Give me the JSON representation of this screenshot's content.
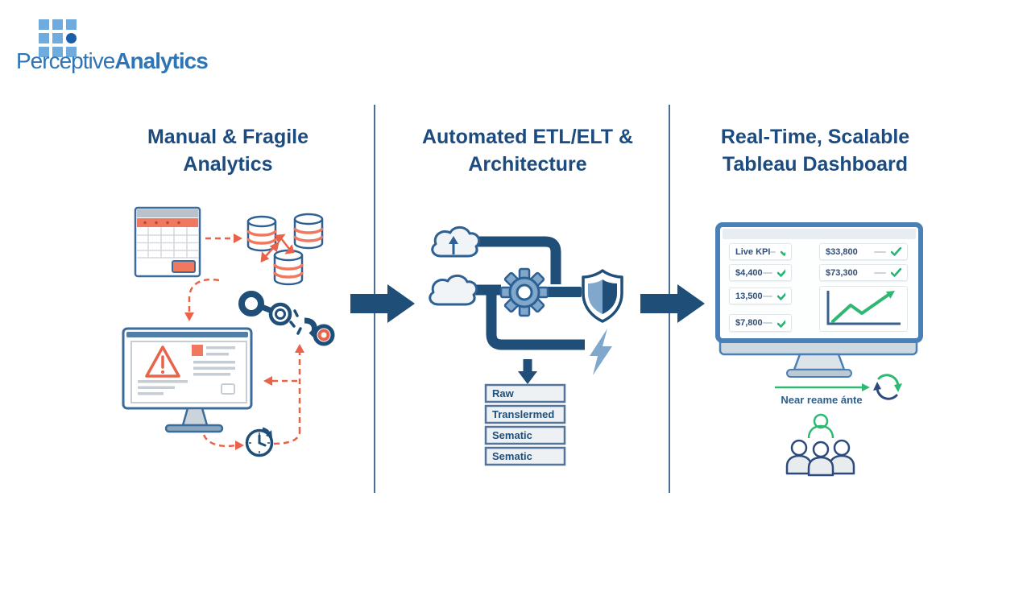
{
  "page": {
    "background": "#ffffff"
  },
  "logo": {
    "brand_regular": "Perceptive",
    "brand_bold": "Analytics",
    "grid_icon": "nine-square-grid-with-dot",
    "text_color": "#2e75b6",
    "grid_color": "#6fabdd",
    "dot_color": "#1a5da8"
  },
  "columns": [
    {
      "title_line1": "Manual & Fragile",
      "title_line2": "Analytics"
    },
    {
      "title_line1": "Automated ETL/ELT &",
      "title_line2": "Architecture"
    },
    {
      "title_line1": "Real-Time, Scalable",
      "title_line2": "Tableau Dashboard"
    }
  ],
  "left_panel": {
    "icons": [
      "spreadsheet-icon",
      "database-cylinders-icon",
      "broken-link-icon",
      "error-monitor-icon",
      "warning-triangle-icon",
      "clock-icon",
      "dashed-flow-arrows"
    ]
  },
  "middle_panel": {
    "icons": [
      "cloud-upload-icon",
      "cloud-icon",
      "pipeline-connectors",
      "gear-icon",
      "shield-icon",
      "lightning-icon",
      "down-arrow-icon"
    ],
    "layers": [
      "Raw",
      "Translermed",
      "Sematic",
      "Sematic"
    ]
  },
  "right_panel": {
    "icons": [
      "dashboard-monitor-icon",
      "trend-chart-icon",
      "refresh-cycle-icon",
      "team-people-icon",
      "green-arrow"
    ],
    "kpi_cards": [
      {
        "label": "Live KPI"
      },
      {
        "label": "$4,400"
      },
      {
        "label": "13,500"
      },
      {
        "label": "$7,800"
      },
      {
        "label": "$33,800"
      },
      {
        "label": "$73,300"
      }
    ],
    "caption": "Near reame ánte"
  },
  "colors": {
    "navy": "#1f4e79",
    "steel_outline": "#2e6093",
    "medium_blue": "#4a80b5",
    "light_blue_fill": "#7fa8cc",
    "orange": "#e8634a",
    "orange_fill": "#f0785e",
    "green": "#2eb872",
    "divider": "#4a6e96",
    "gray_line": "#c6cdd4"
  }
}
